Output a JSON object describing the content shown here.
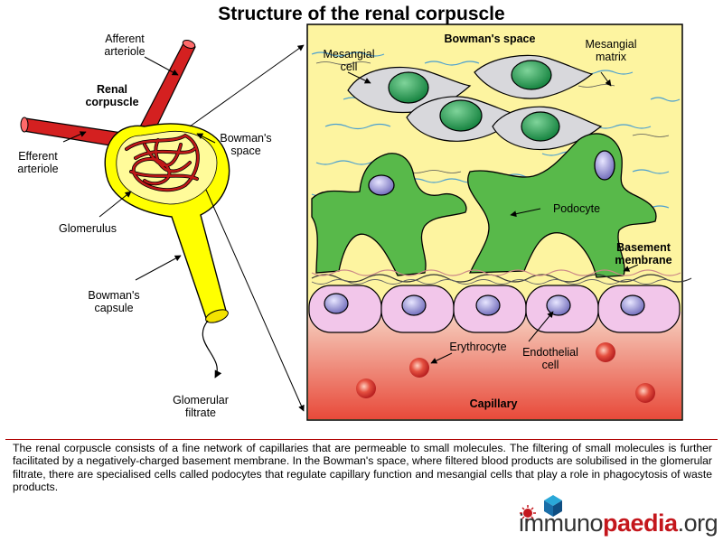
{
  "title": "Structure of the renal corpuscle",
  "labels": {
    "afferent_arteriole": "Afferent\narteriole",
    "renal_corpuscle": "Renal\ncorpuscle",
    "efferent_arteriole": "Efferent\narteriole",
    "bowmans_space_left": "Bowman's\nspace",
    "glomerulus": "Glomerulus",
    "bowmans_capsule": "Bowman's\ncapsule",
    "glomerular_filtrate": "Glomerular\nfiltrate",
    "bowmans_space_right": "Bowman's space",
    "mesangial_cell": "Mesangial\ncell",
    "mesangial_matrix": "Mesangial\nmatrix",
    "podocyte": "Podocyte",
    "basement_membrane": "Basement\nmembrane",
    "erythrocyte": "Erythrocyte",
    "endothelial_cell": "Endothelial\ncell",
    "capillary": "Capillary"
  },
  "caption": "The renal corpuscle consists of a fine network of capillaries that are permeable to small molecules. The filtering of small molecules is further facilitated by a negatively-charged basement membrane. In the Bowman's space, where filtered blood products are solubilised in the glomerular filtrate, there are specialised cells called podocytes that regulate capillary function and mesangial cells that play a role in phagocytosis of waste products.",
  "logo": {
    "part1": "immuno",
    "part2": "paedia",
    "part3": ".org"
  },
  "colors": {
    "capsule": "#ffff00",
    "arteriole": "#d42020",
    "bowmans_space_bg": "#fdf4a0",
    "podocyte": "#58b94a",
    "mesangial_cell": "#d8d8dc",
    "nucleus_green": "#1f9a4e",
    "endothelial": "#f2c6ea",
    "capillary_top": "#f5cab8",
    "capillary_bottom": "#e8493a",
    "brand_red": "#c4161c"
  }
}
